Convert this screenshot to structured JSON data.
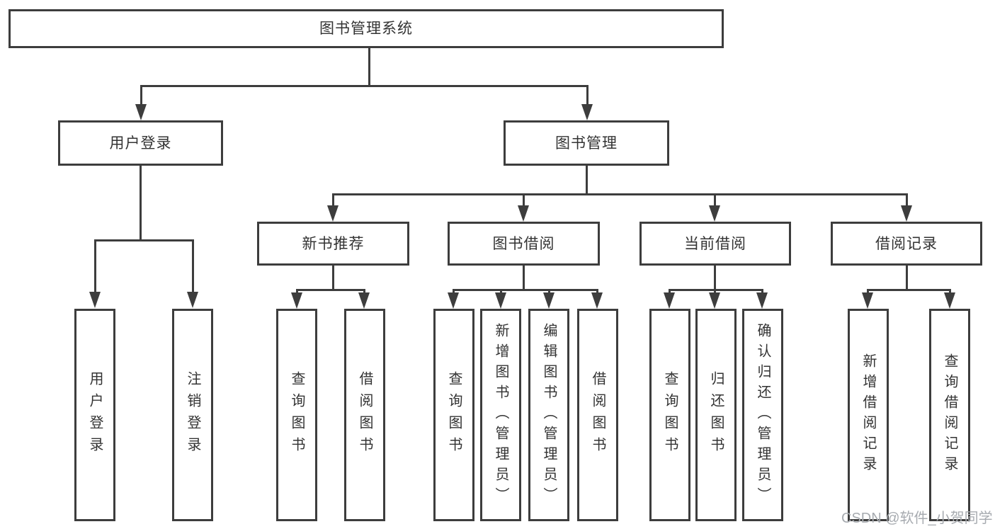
{
  "diagram": {
    "root": {
      "label": "图书管理系统",
      "children": [
        {
          "label": "用户登录",
          "children": [
            {
              "label": "用户登录"
            },
            {
              "label": "注销登录"
            }
          ]
        },
        {
          "label": "图书管理",
          "children": [
            {
              "label": "新书推荐",
              "children": [
                {
                  "label": "查询图书"
                },
                {
                  "label": "借阅图书"
                }
              ]
            },
            {
              "label": "图书借阅",
              "children": [
                {
                  "label": "查询图书"
                },
                {
                  "label": "新增图书（管理员）"
                },
                {
                  "label": "编辑图书（管理员）"
                },
                {
                  "label": "借阅图书"
                }
              ]
            },
            {
              "label": "当前借阅",
              "children": [
                {
                  "label": "查询图书"
                },
                {
                  "label": "归还图书"
                },
                {
                  "label": "确认归还（管理员）"
                }
              ]
            },
            {
              "label": "借阅记录",
              "children": [
                {
                  "label": "新增借阅记录"
                },
                {
                  "label": "查询借阅记录"
                }
              ]
            }
          ]
        }
      ]
    }
  },
  "watermark": {
    "text": "CSDN @软件_小贺同学"
  },
  "colors": {
    "line": "#3d3d3d",
    "text": "#333333",
    "watermark": "#a7abb0",
    "background": "#ffffff"
  }
}
